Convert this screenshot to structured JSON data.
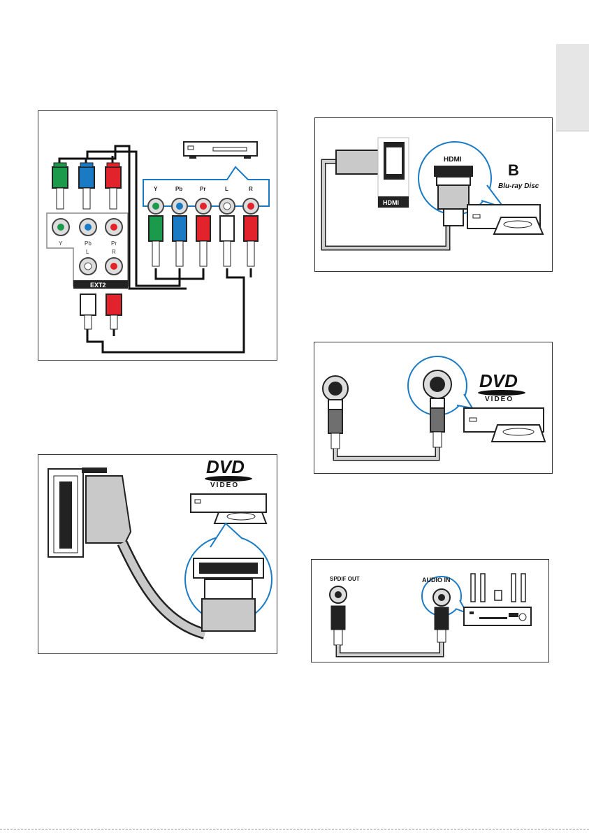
{
  "component_panel": {
    "labels": [
      "Y",
      "Pb",
      "Pr",
      "L",
      "R"
    ],
    "tv_labels": [
      "Y",
      "Pb",
      "Pr",
      "L",
      "R"
    ],
    "ext_label": "EXT2",
    "colors": {
      "green": "#1a9a4a",
      "blue": "#1a7bc4",
      "red": "#e3232b",
      "white": "#ffffff"
    }
  },
  "scart_panel": {
    "logo": "DVD",
    "logo_sub": "VIDEO"
  },
  "hdmi_panel": {
    "port_label": "HDMI",
    "callout_label": "HDMI",
    "logo_sub": "Blu-ray Disc"
  },
  "svideo_panel": {
    "logo": "DVD",
    "logo_sub": "VIDEO"
  },
  "spdif_panel": {
    "out_label": "SPDIF OUT",
    "in_label": "AUDIO IN"
  }
}
